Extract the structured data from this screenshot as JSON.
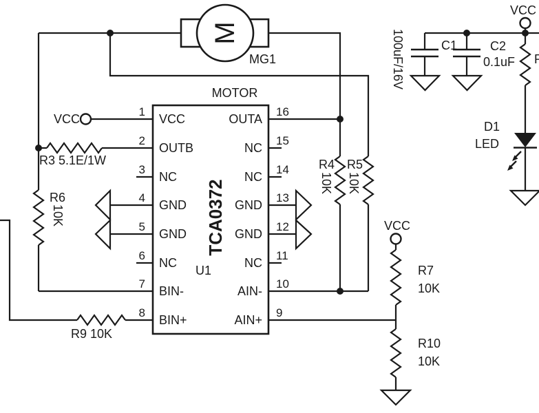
{
  "colors": {
    "ink": "#1a1a1a",
    "background": "#ffffff"
  },
  "ic": {
    "title": "MOTOR",
    "part": "TCA0372",
    "ref": "U1",
    "left_pins": [
      {
        "num": "1",
        "label": "VCC"
      },
      {
        "num": "2",
        "label": "OUTB"
      },
      {
        "num": "3",
        "label": "NC"
      },
      {
        "num": "4",
        "label": "GND"
      },
      {
        "num": "5",
        "label": "GND"
      },
      {
        "num": "6",
        "label": "NC"
      },
      {
        "num": "7",
        "label": "BIN-"
      },
      {
        "num": "8",
        "label": "BIN+"
      }
    ],
    "right_pins": [
      {
        "num": "16",
        "label": "OUTA"
      },
      {
        "num": "15",
        "label": "NC"
      },
      {
        "num": "14",
        "label": "NC"
      },
      {
        "num": "13",
        "label": "GND"
      },
      {
        "num": "12",
        "label": "GND"
      },
      {
        "num": "11",
        "label": "NC"
      },
      {
        "num": "10",
        "label": "AIN-"
      },
      {
        "num": "9",
        "label": "AIN+"
      }
    ]
  },
  "motor": {
    "ref": "MG1",
    "symbol": "M"
  },
  "power": {
    "vcc_pin1": "VCC",
    "vcc_top_right": "VCC",
    "vcc_mid_right": "VCC"
  },
  "resistors": {
    "r3": {
      "label": "R3 5.1E/1W"
    },
    "r6": {
      "ref": "R6",
      "value": "10K"
    },
    "r4": {
      "ref": "R4",
      "value": "10K"
    },
    "r5": {
      "ref": "R5",
      "value": "10K"
    },
    "r7": {
      "ref": "R7",
      "value": "10K"
    },
    "r10": {
      "ref": "R10",
      "value": "10K"
    },
    "r9": {
      "label": "R9 10K"
    },
    "edge_fragment": "R"
  },
  "capacitors": {
    "c1": {
      "ref": "C1",
      "value": "100uF/16V"
    },
    "c2": {
      "ref": "C2",
      "value": "0.1uF"
    }
  },
  "led": {
    "ref": "D1",
    "type": "LED"
  }
}
